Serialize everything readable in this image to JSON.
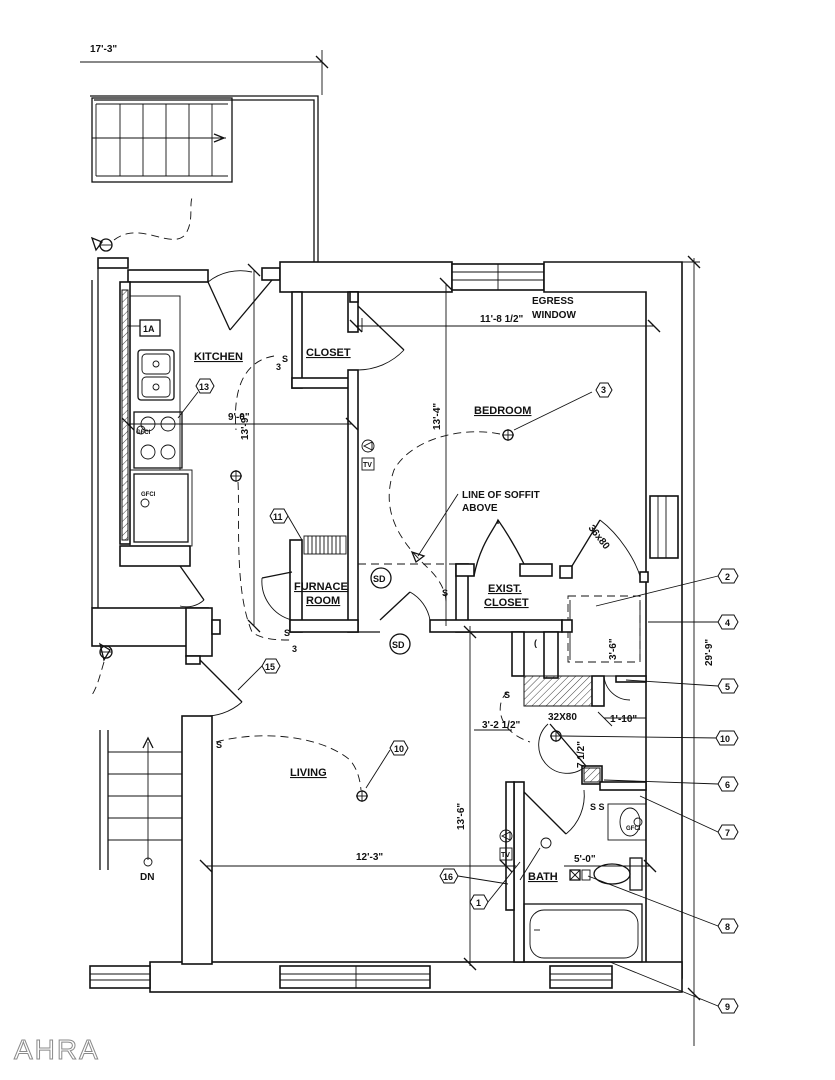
{
  "rooms": {
    "kitchen": "KITCHEN",
    "closet": "CLOSET",
    "bedroom": "BEDROOM",
    "furnace_line1": "FURNACE",
    "furnace_line2": "ROOM",
    "exist_closet_line1": "EXIST.",
    "exist_closet_line2": "CLOSET",
    "living": "LIVING",
    "bath": "BATH"
  },
  "notes": {
    "egress_line1": "EGRESS",
    "egress_line2": "WINDOW",
    "soffit_line1": "LINE OF SOFFIT",
    "soffit_line2": "ABOVE",
    "stair_down": "DN",
    "smoke_detector": "SD",
    "tv": "TV",
    "gfci": "GFCI",
    "door_size_1": "36x80",
    "door_size_2": "32X80",
    "appliance_tag": "1A",
    "switch_label": "S"
  },
  "dimensions": {
    "top_overall": "17'-3\"",
    "bedroom_width": "11'-8 1/2\"",
    "kitchen_width": "9'-0\"",
    "kitchen_height": "13'-9\"",
    "bedroom_height": "13'-4\"",
    "overall_height": "29'-9\"",
    "closet_depth": "3'-6\"",
    "hall_width": "3'-2 1/2\"",
    "bath_small": "1'-10\"",
    "bath_door": "7 1/2\"",
    "living_height": "13'-6\"",
    "living_width": "12'-3\"",
    "bath_width": "5'-0\""
  },
  "callouts": [
    "1",
    "2",
    "3",
    "4",
    "5",
    "6",
    "7",
    "8",
    "9",
    "10",
    "10",
    "11",
    "13",
    "15",
    "16"
  ],
  "watermark": "AHRA"
}
